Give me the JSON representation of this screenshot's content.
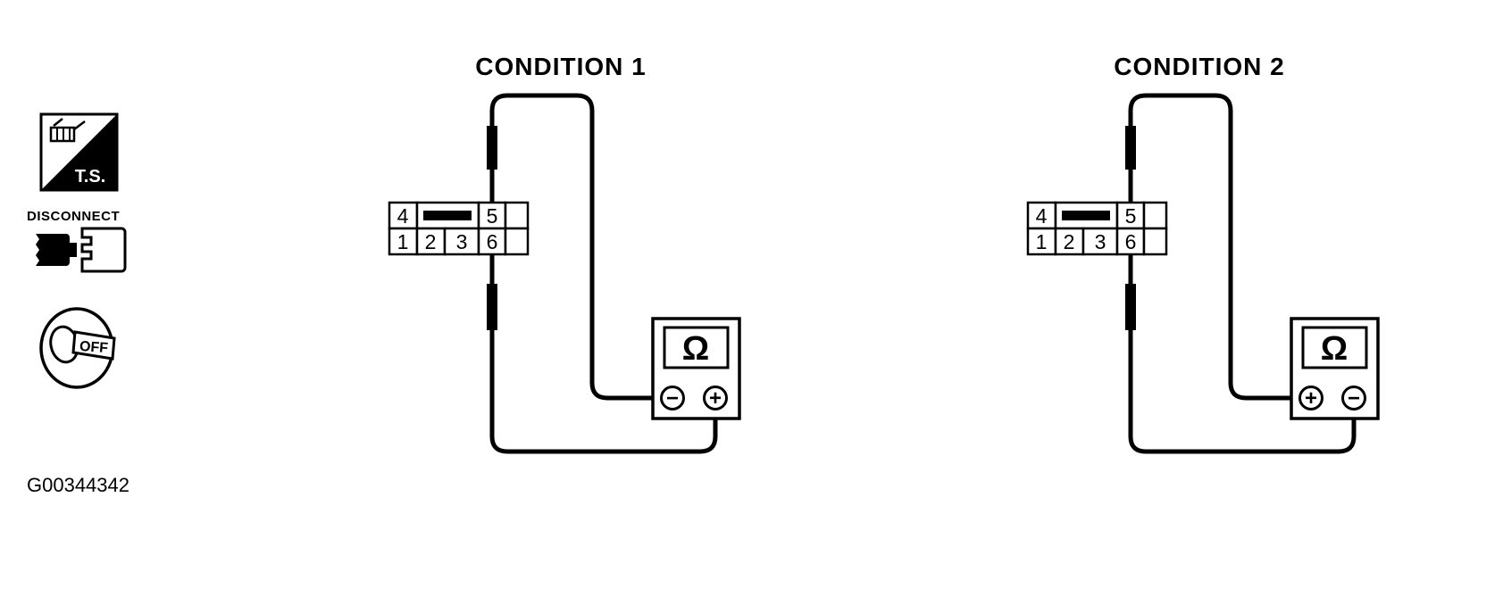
{
  "page": {
    "background": "#ffffff",
    "ink": "#000000"
  },
  "figure_id": "G00344342",
  "sidebar_icons": {
    "ts_label": "T.S.",
    "disconnect_label": "DISCONNECT",
    "ignition_off_label": "OFF"
  },
  "conditions": [
    {
      "title": "CONDITION 1",
      "connector": {
        "top_row": [
          "4",
          "5"
        ],
        "bottom_row": [
          "1",
          "2",
          "3",
          "6"
        ]
      },
      "meter": {
        "symbol": "Ω",
        "left_terminal": "−",
        "right_terminal": "+"
      }
    },
    {
      "title": "CONDITION 2",
      "connector": {
        "top_row": [
          "4",
          "5"
        ],
        "bottom_row": [
          "1",
          "2",
          "3",
          "6"
        ]
      },
      "meter": {
        "symbol": "Ω",
        "left_terminal": "+",
        "right_terminal": "−"
      }
    }
  ]
}
